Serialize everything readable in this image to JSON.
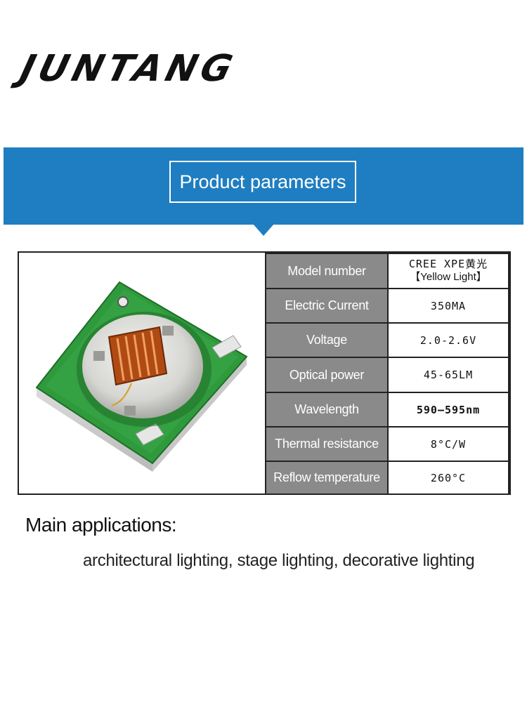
{
  "brand": {
    "name": "JUNTANG"
  },
  "banner": {
    "title": "Product parameters"
  },
  "product_image": {
    "description_icon": "led-chip-icon"
  },
  "parameters": {
    "rows": [
      {
        "label": "Model number",
        "value": "CREE XPE黄光",
        "value_sub": "【Yellow Light】"
      },
      {
        "label": "Electric Current",
        "value": "350MA"
      },
      {
        "label": "Voltage",
        "value": "2.0-2.6V"
      },
      {
        "label": "Optical power",
        "value": "45-65LM"
      },
      {
        "label": "Wavelength",
        "value": "590–595nm"
      },
      {
        "label": "Thermal resistance",
        "value": "8°C/W"
      },
      {
        "label": "Reflow temperature",
        "value": "260°C"
      }
    ]
  },
  "applications": {
    "title": "Main applications:",
    "text": "architectural lighting, stage lighting, decorative lighting"
  },
  "colors": {
    "band": "#1f7ec1",
    "label_bg": "#8a8a8a",
    "pcb": "#2f9a3c",
    "phosphor": "#c0561e"
  }
}
